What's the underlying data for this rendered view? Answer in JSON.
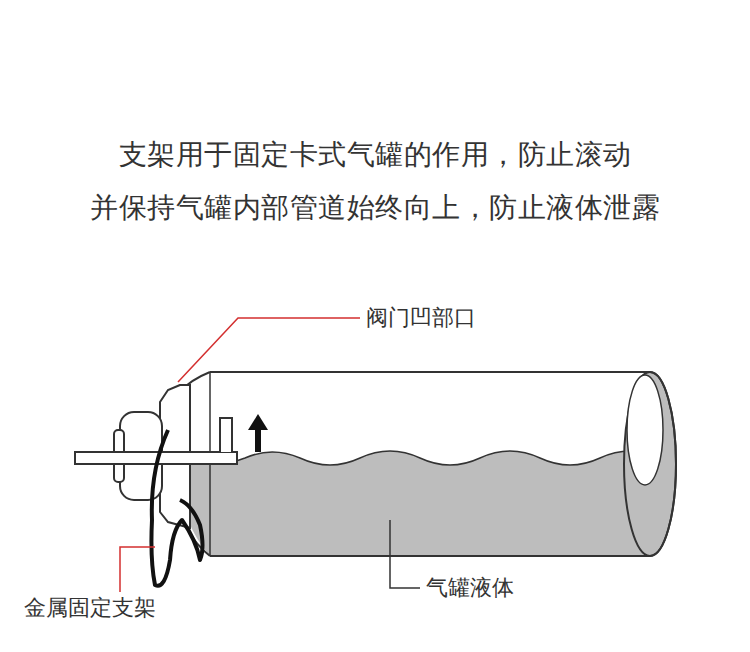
{
  "diagram": {
    "title": "支架用于固定卡式气罐的作用，防止滚动 并保持气罐内部管道始终向上，防止液体泄露",
    "labels": [
      "阀门凹部口",
      "气罐液体",
      "金属固定支架"
    ]
  }
}
